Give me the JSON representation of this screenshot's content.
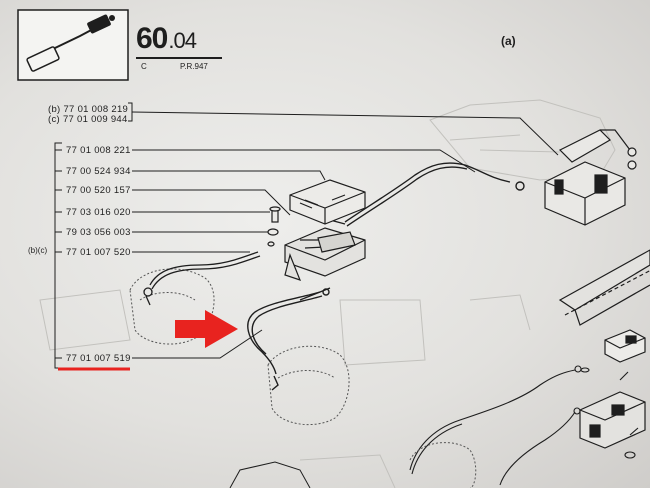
{
  "header": {
    "page_number": "60",
    "page_suffix": ".04",
    "section_code": "C",
    "pr_reference": "P.R.947",
    "view_label": "(a)"
  },
  "parts": {
    "top_group": [
      {
        "prefix": "(b)",
        "number": "77 01 008 219"
      },
      {
        "prefix": "(c)",
        "number": "77 01 009 944"
      }
    ],
    "main_group": [
      {
        "number": "77 01 008 221"
      },
      {
        "number": "77 00 524 934"
      },
      {
        "number": "77 00 520 157"
      },
      {
        "number": "77 03 016 020"
      },
      {
        "number": "79 03 056 003"
      },
      {
        "number": "77 01 007 520"
      },
      {
        "number": "77 01 007 519"
      }
    ],
    "variant_label": "(b)(c)"
  },
  "annotation": {
    "arrow_color": "#e8231f",
    "underline_color": "#e8231f",
    "highlighted_part": "77 01 007 519"
  },
  "colors": {
    "paper": "#e6e5e2",
    "ink": "#1e1e1e",
    "ghost": "#bdbcb8"
  }
}
